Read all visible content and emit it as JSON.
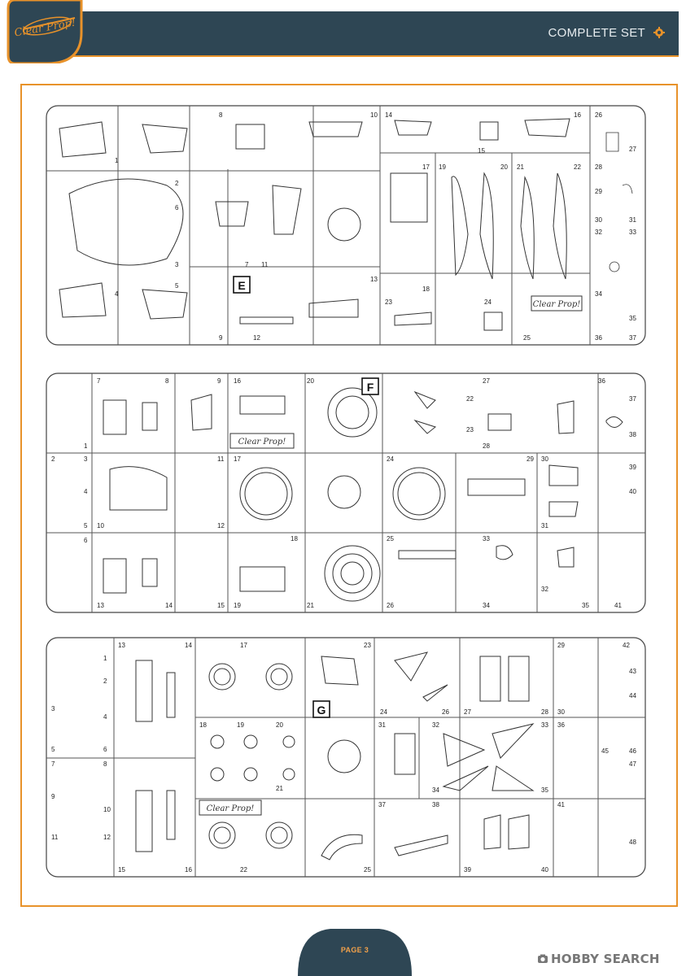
{
  "header": {
    "logo_text": "Clear Prop!",
    "title": "COMPLETE SET",
    "accent_color": "#e8922a",
    "bar_color": "#2e4654",
    "icon": "gear-icon"
  },
  "sprues": [
    {
      "letter": "E",
      "numbers": [
        "1",
        "2",
        "3",
        "4",
        "5",
        "6",
        "7",
        "8",
        "9",
        "10",
        "11",
        "12",
        "13",
        "14",
        "15",
        "16",
        "17",
        "18",
        "19",
        "20",
        "21",
        "22",
        "23",
        "24",
        "25",
        "26",
        "27",
        "28",
        "29",
        "30",
        "31",
        "32",
        "33",
        "34",
        "35",
        "36",
        "37"
      ],
      "brand": "Clear Prop!"
    },
    {
      "letter": "F",
      "numbers": [
        "1",
        "2",
        "3",
        "4",
        "5",
        "6",
        "7",
        "8",
        "9",
        "10",
        "11",
        "12",
        "13",
        "14",
        "15",
        "16",
        "17",
        "18",
        "19",
        "20",
        "21",
        "22",
        "23",
        "24",
        "25",
        "26",
        "27",
        "28",
        "29",
        "30",
        "31",
        "32",
        "33",
        "34",
        "35",
        "36",
        "37",
        "38",
        "39",
        "40",
        "41"
      ],
      "brand": "Clear Prop!"
    },
    {
      "letter": "G",
      "numbers": [
        "1",
        "2",
        "3",
        "4",
        "5",
        "6",
        "7",
        "8",
        "9",
        "10",
        "11",
        "12",
        "13",
        "14",
        "15",
        "16",
        "17",
        "18",
        "19",
        "20",
        "21",
        "22",
        "23",
        "24",
        "25",
        "26",
        "27",
        "28",
        "29",
        "30",
        "31",
        "32",
        "33",
        "34",
        "35",
        "36",
        "37",
        "38",
        "39",
        "40",
        "41",
        "42",
        "43",
        "44",
        "45",
        "46",
        "47",
        "48"
      ],
      "brand": "Clear Prop!"
    }
  ],
  "footer": {
    "page_label": "PAGE 3",
    "watermark": "HOBBY SEARCH"
  }
}
